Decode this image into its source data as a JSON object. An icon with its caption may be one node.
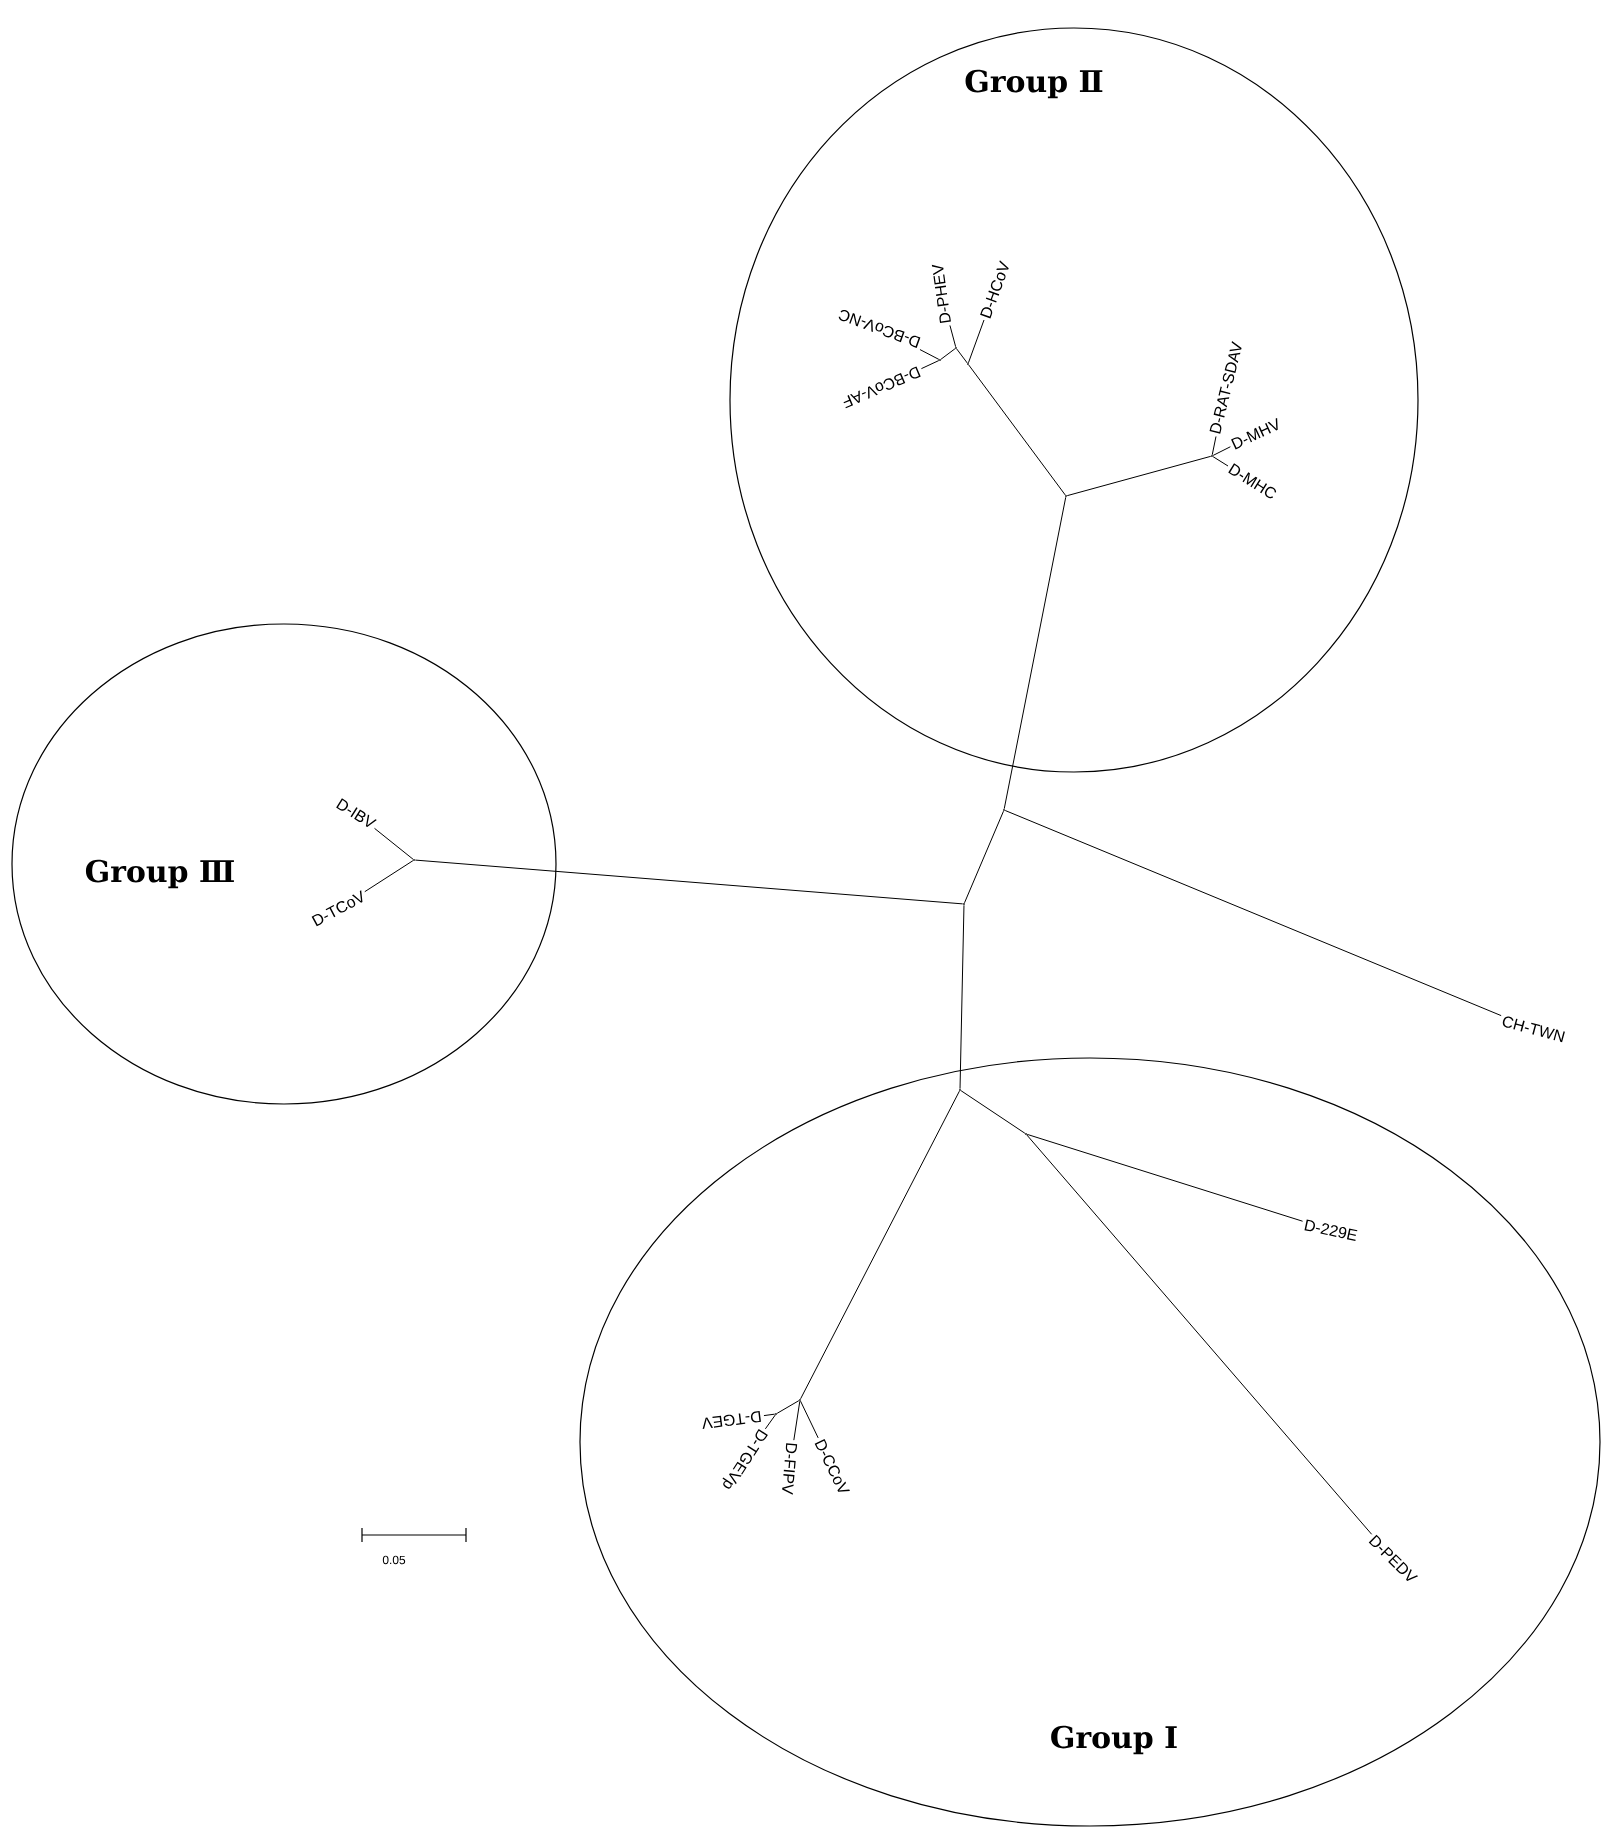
{
  "diagram": {
    "nodes": [
      {
        "text": [
          "Group Ⅱ"
        ]
      },
      {
        "text": [
          "D-PHEV"
        ],
        "in": 0
      },
      {
        "text": [
          "D-HCoV"
        ],
        "in": 0
      },
      {
        "text": [
          "D-BCoV-NC"
        ],
        "in": 0
      },
      {
        "text": [
          "D-BCoV-AF"
        ],
        "in": 0
      },
      {
        "text": [
          "D-RAT-SDAV"
        ],
        "in": 0
      },
      {
        "text": [
          "D-MHV"
        ],
        "in": 0
      },
      {
        "text": [
          "D-MHC"
        ],
        "in": 0
      },
      {
        "text": [
          "Group Ⅲ"
        ]
      },
      {
        "text": [
          "D-IBV"
        ],
        "in": 8
      },
      {
        "text": [
          "D-TCoV"
        ],
        "in": 8
      },
      {
        "text": [
          "CH-TWN"
        ]
      },
      {
        "text": [
          "Group Ⅰ"
        ]
      },
      {
        "text": [
          "D-229E"
        ],
        "in": 12
      },
      {
        "text": [
          "D-TGEV"
        ],
        "in": 12
      },
      {
        "text": [
          "D-TGEVp"
        ],
        "in": 12
      },
      {
        "text": [
          "D-FIPV"
        ],
        "in": 12
      },
      {
        "text": [
          "D-CCoV"
        ],
        "in": 12
      },
      {
        "text": [
          "D-PEDV"
        ],
        "in": 12
      },
      {
        "text": [],
        "shape": "point",
        "in": 8
      },
      {
        "text": [],
        "shape": "point",
        "in": 12
      },
      {
        "text": [],
        "shape": "point",
        "in": 12
      },
      {
        "text": [],
        "shape": "point",
        "in": 0
      },
      {
        "text": [],
        "shape": "point",
        "in": 0
      },
      {
        "text": [],
        "shape": "point",
        "in": 12
      },
      {
        "text": [],
        "shape": "point"
      },
      {
        "text": [],
        "shape": "point",
        "in": 0
      },
      {
        "text": [],
        "shape": "point"
      },
      {
        "text": [],
        "shape": "point",
        "in": 12
      },
      {
        "text": [],
        "shape": "point",
        "in": 0
      },
      {
        "text": [],
        "shape": "point",
        "in": 0
      }
    ],
    "edges": [
      {
        "from": 22,
        "to": 3,
        "arrow": "none"
      },
      {
        "from": 22,
        "to": 4,
        "arrow": "none"
      },
      {
        "from": 23,
        "to": 22,
        "arrow": "none"
      },
      {
        "from": 23,
        "to": 1,
        "arrow": "none"
      },
      {
        "from": 26,
        "to": 23,
        "arrow": "none"
      },
      {
        "from": 26,
        "to": 2,
        "arrow": "none"
      },
      {
        "from": 29,
        "to": 26,
        "arrow": "none"
      },
      {
        "from": 29,
        "to": 30,
        "arrow": "none"
      },
      {
        "from": 30,
        "to": 5,
        "arrow": "none"
      },
      {
        "from": 30,
        "to": 6,
        "arrow": "none"
      },
      {
        "from": 30,
        "to": 7,
        "arrow": "none"
      },
      {
        "from": 27,
        "to": 29,
        "arrow": "none"
      },
      {
        "from": 27,
        "to": 11,
        "arrow": "none"
      },
      {
        "from": 27,
        "to": 25,
        "arrow": "none"
      },
      {
        "from": 25,
        "to": 19,
        "arrow": "none"
      },
      {
        "from": 19,
        "to": 9,
        "arrow": "none"
      },
      {
        "from": 19,
        "to": 10,
        "arrow": "none"
      },
      {
        "from": 25,
        "to": 24,
        "arrow": "none"
      },
      {
        "from": 24,
        "to": 28,
        "arrow": "none"
      },
      {
        "from": 28,
        "to": 13,
        "arrow": "none"
      },
      {
        "from": 28,
        "to": 18,
        "arrow": "none"
      },
      {
        "from": 24,
        "to": 21,
        "arrow": "none"
      },
      {
        "from": 21,
        "to": 20,
        "arrow": "none"
      },
      {
        "from": 20,
        "to": 14,
        "arrow": "none"
      },
      {
        "from": 20,
        "to": 15,
        "arrow": "none"
      },
      {
        "from": 21,
        "to": 16,
        "arrow": "none"
      },
      {
        "from": 21,
        "to": 17,
        "arrow": "none"
      }
    ],
    "labels": [
      "0.05"
    ]
  }
}
